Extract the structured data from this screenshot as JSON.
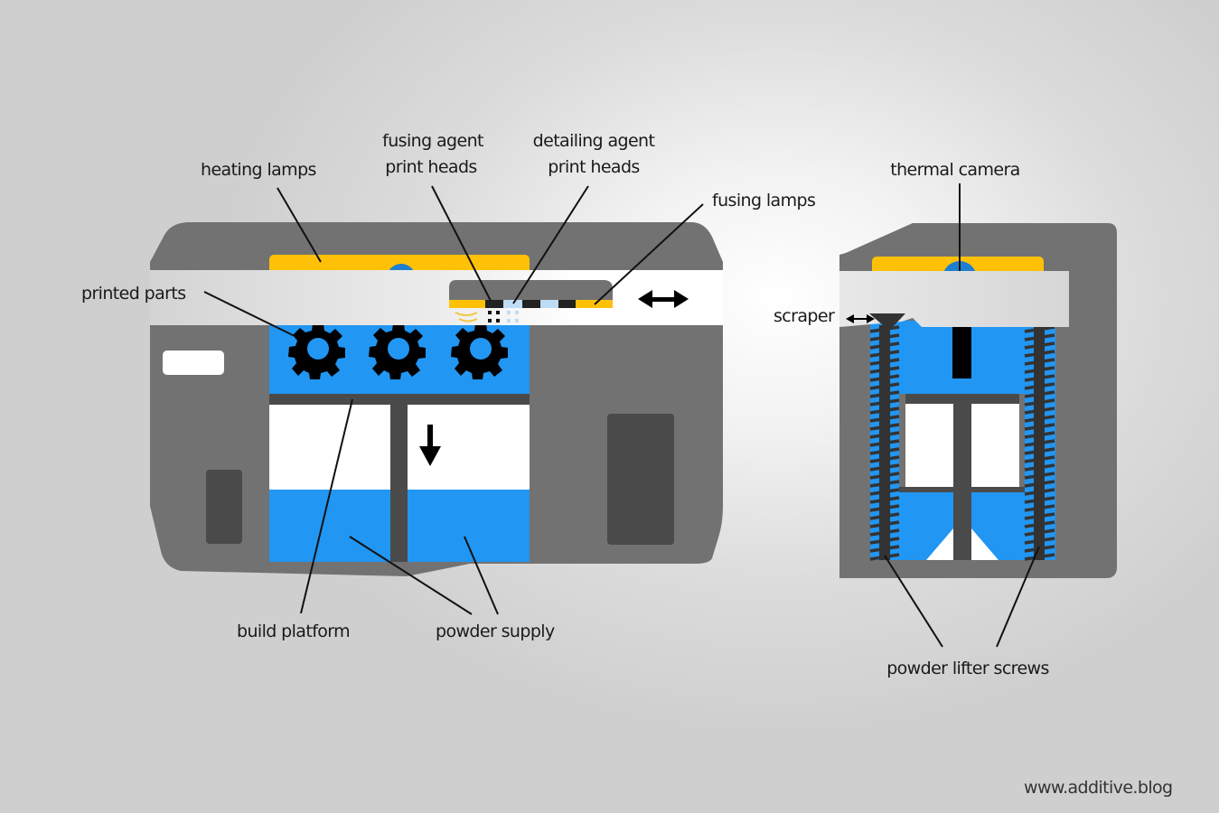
{
  "diagram": {
    "title": "Multi Jet Fusion 3D printer schematic",
    "colors": {
      "body": "#727272",
      "dark": "#4a4a4a",
      "powder": "#2196f3",
      "lamp": "#ffc107",
      "agent_detail": "#bfdcf5",
      "carriage": "#e4e4e4",
      "parts": "#000000"
    },
    "front_view": {
      "labels": {
        "heating_lamps": "heating lamps",
        "fusing_agent_l1": "fusing agent",
        "fusing_agent_l2": "print heads",
        "detailing_agent_l1": "detailing agent",
        "detailing_agent_l2": "print heads",
        "fusing_lamps": "fusing lamps",
        "printed_parts": "printed parts",
        "build_platform": "build platform",
        "powder_supply": "powder supply"
      },
      "printed_parts_count": 3,
      "carriage_motion": "horizontal (left-right)",
      "platform_motion": "down"
    },
    "side_view": {
      "labels": {
        "thermal_camera": "thermal camera",
        "scraper": "scraper",
        "powder_lifter_screws": "powder lifter screws"
      },
      "scraper_motion": "horizontal (left-right)"
    },
    "watermark": "www.additive.blog"
  }
}
